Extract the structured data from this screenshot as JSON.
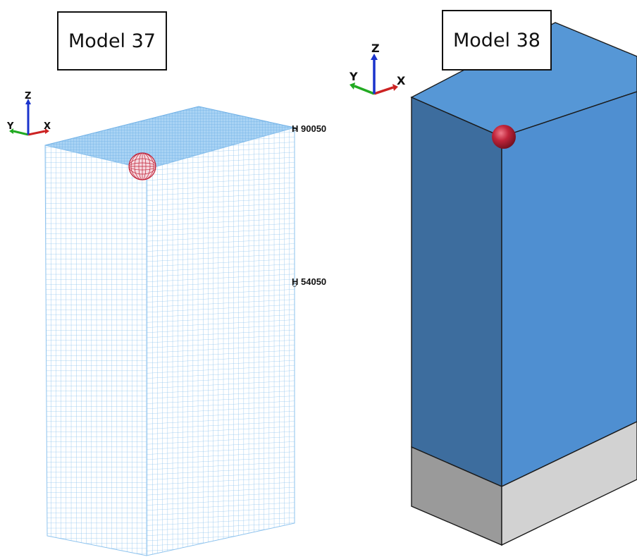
{
  "panels": [
    {
      "title": "Model 37"
    },
    {
      "title": "Model 38"
    }
  ],
  "axes": {
    "x": "X",
    "y": "Y",
    "z": "Z"
  },
  "nodes": [
    {
      "label": "H 90050"
    },
    {
      "label": "H 54050"
    }
  ],
  "colors": {
    "mesh_line": "#8ec3ee",
    "mesh_bg": "#ffffff",
    "ball": "#c0243a",
    "solid_front": "#3d6d9e",
    "solid_side": "#4f8fd1",
    "solid_top": "#5697d6",
    "base_front": "#9a9a9a",
    "base_side": "#cfcfcf",
    "axis_x": "#cc2222",
    "axis_y": "#22aa22",
    "axis_z": "#1a33cc"
  }
}
